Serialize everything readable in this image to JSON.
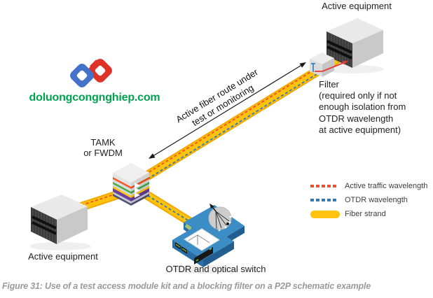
{
  "figure": {
    "caption": "Figure 31: Use of a test access module kit and a blocking filter on a P2P schematic example"
  },
  "logo": {
    "text": "doluongcongnghiep.com",
    "icon": "interlocked-chain-links-icon",
    "blue": "#4472C9",
    "red": "#DD3327",
    "text_color": "#00A24F"
  },
  "nodes": {
    "active_equipment_top": "Active equipment",
    "filter_note": [
      "Filter",
      "(required only if not",
      "enough isolation from",
      "OTDR wavelength",
      "at active equipment)"
    ],
    "tamk": [
      "TAMK",
      "or FWDM"
    ],
    "active_equipment_bottom": "Active equipment",
    "otdr_switch": "OTDR and optical switch"
  },
  "route_label": [
    "Active fiber route under",
    "test or monitoring"
  ],
  "legend": {
    "items": [
      {
        "label": "Active traffic wavelength",
        "swatch": "orange-dashed-line",
        "color": "#F04E23"
      },
      {
        "label": "OTDR wavelength",
        "swatch": "blue-dashed-line",
        "color": "#2B7BBB"
      },
      {
        "label": "Fiber strand",
        "swatch": "yellow-rounded-bar",
        "color": "#FFC20E"
      }
    ]
  },
  "colors": {
    "fiber": "#FFC20E",
    "fiber_edge": "#F2A900",
    "active_traffic_dash": "#F04E23",
    "otdr_dash": "#2B7BBB",
    "device_blue_top": "#3C8DC5",
    "device_blue_side": "#2A6EA6",
    "equipment_front": "#3B3B3B",
    "equipment_top": "#E9E9E9",
    "equipment_side": "#C9C9C9"
  }
}
